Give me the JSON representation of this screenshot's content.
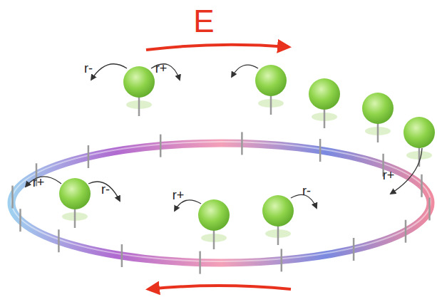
{
  "diagram": {
    "labels": [
      "E",
      "r-",
      "r+",
      "r+",
      "r+",
      "r-",
      "r+",
      "r-"
    ]
  }
}
